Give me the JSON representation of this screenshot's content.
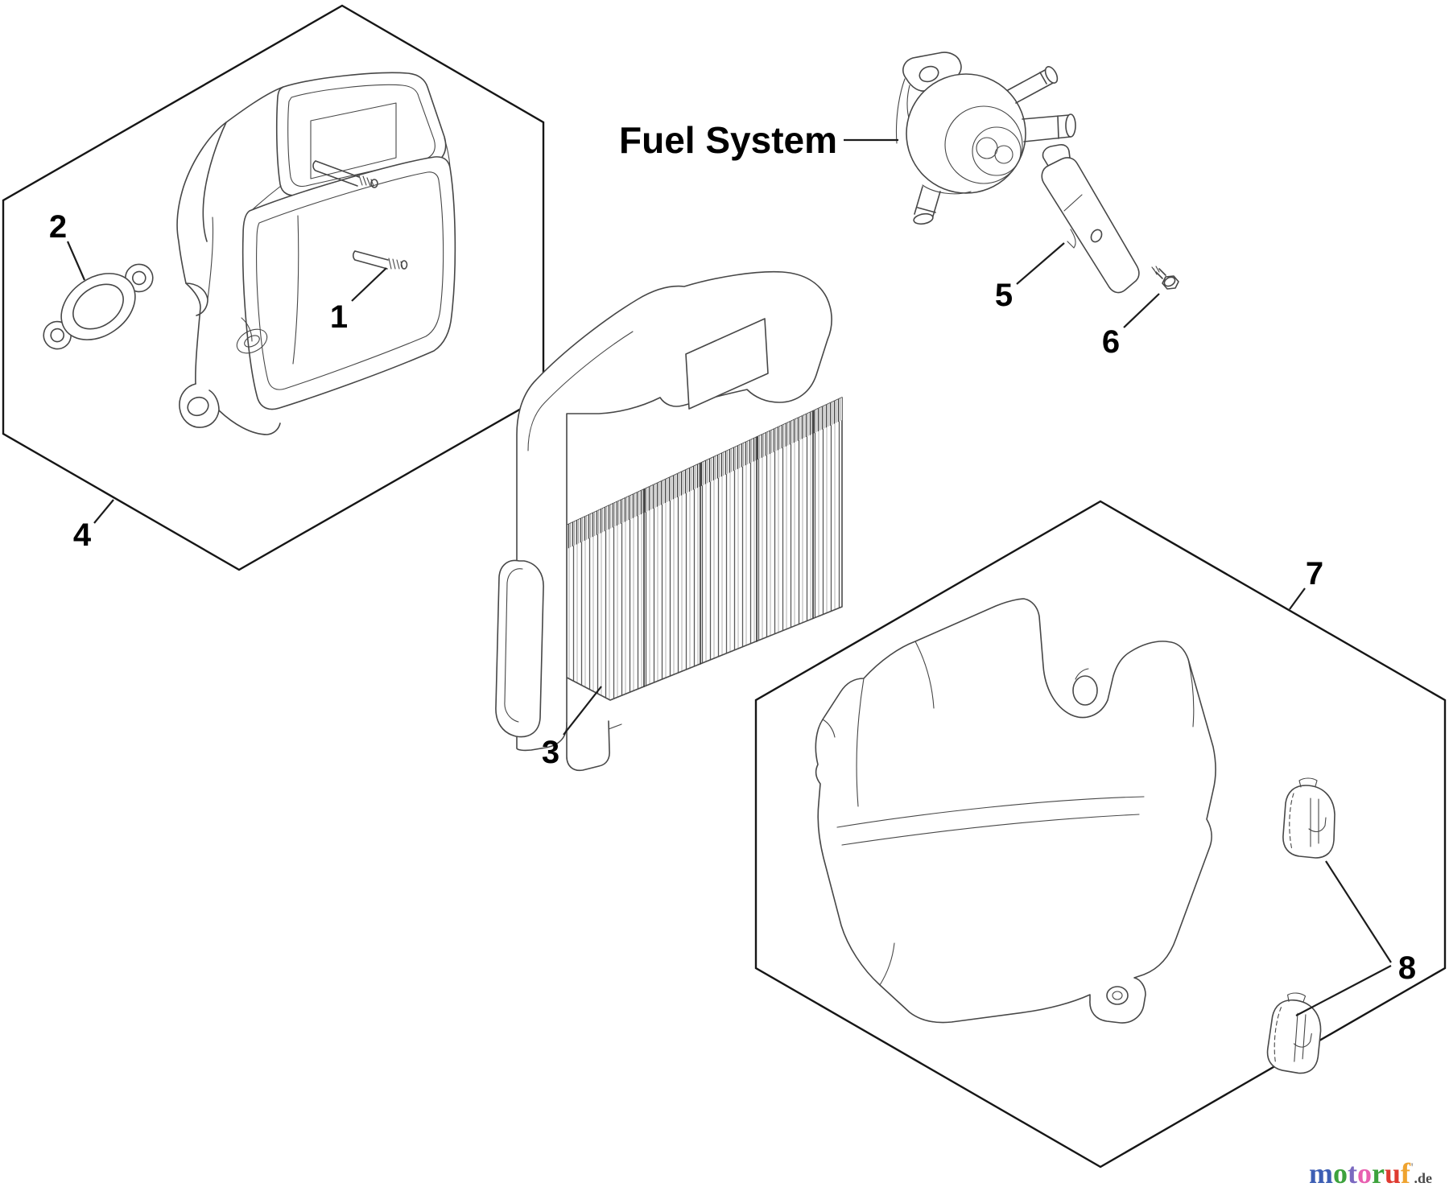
{
  "page": {
    "background": "#ffffff"
  },
  "colors": {
    "line": "#474747",
    "border": "#161616",
    "leader": "#1c1c1c",
    "label": "#000000"
  },
  "labels": {
    "fuel_system": "Fuel System"
  },
  "callouts": {
    "c1": "1",
    "c2": "2",
    "c3": "3",
    "c4": "4",
    "c5": "5",
    "c6": "6",
    "c7": "7",
    "c8": "8"
  },
  "watermark": {
    "letters": [
      {
        "ch": "m",
        "color": "#3c5eb4"
      },
      {
        "ch": "o",
        "color": "#3da23d"
      },
      {
        "ch": "t",
        "color": "#7a68c0"
      },
      {
        "ch": "o",
        "color": "#e85fb0"
      },
      {
        "ch": "r",
        "color": "#3da23d"
      },
      {
        "ch": "u",
        "color": "#df3b31"
      },
      {
        "ch": "f",
        "color": "#efa32f"
      }
    ],
    "tick": "'",
    "tick_color": "#9a9a9a",
    "suffix": ".de",
    "suffix_color": "#4a4a4a"
  }
}
